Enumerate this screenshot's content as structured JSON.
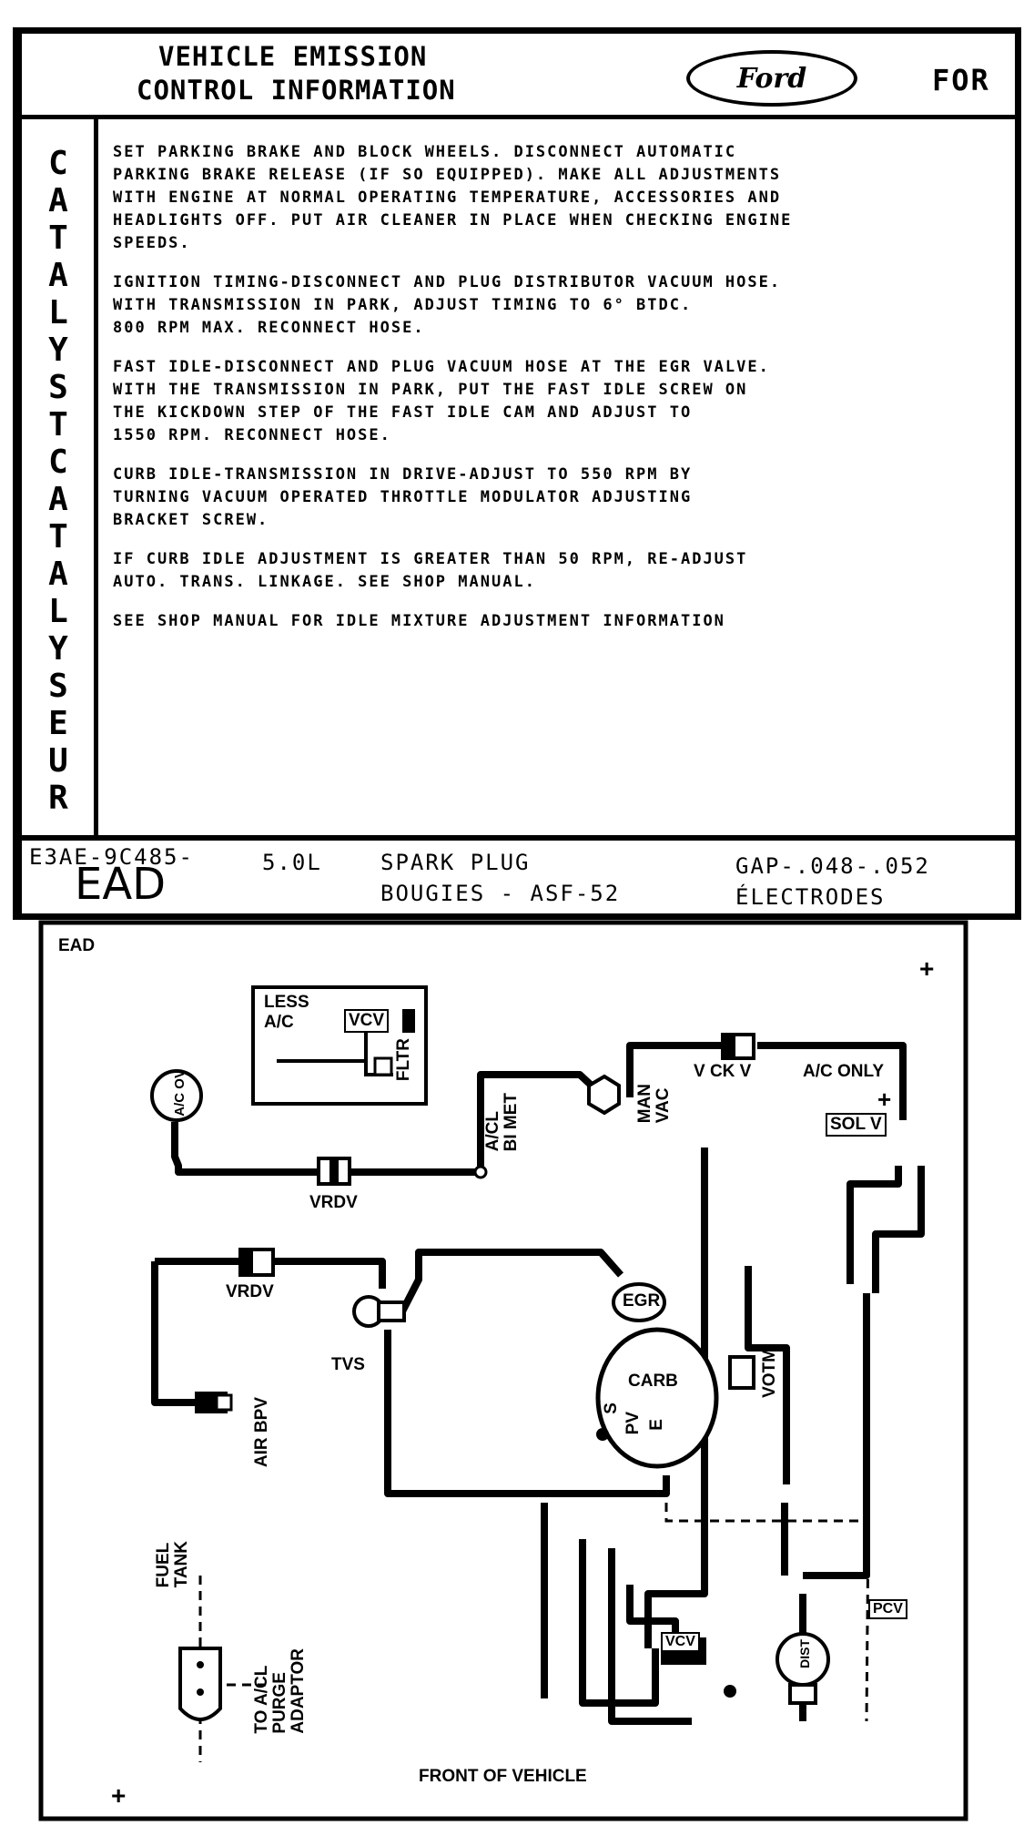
{
  "header": {
    "title_line1": "VEHICLE EMISSION",
    "title_line2": "CONTROL INFORMATION",
    "logo_text": "Ford",
    "right_text": "FOR"
  },
  "side_text": [
    "C",
    "A",
    "T",
    "A",
    "L",
    "Y",
    "S",
    "T",
    "C",
    "A",
    "T",
    "A",
    "L",
    "Y",
    "S",
    "E",
    "U",
    "R"
  ],
  "instructions": [
    "SET PARKING BRAKE AND BLOCK WHEELS. DISCONNECT AUTOMATIC\nPARKING BRAKE RELEASE (IF SO EQUIPPED). MAKE ALL ADJUSTMENTS\nWITH ENGINE AT NORMAL OPERATING TEMPERATURE, ACCESSORIES AND\nHEADLIGHTS OFF. PUT AIR CLEANER IN PLACE WHEN CHECKING ENGINE\nSPEEDS.",
    "IGNITION TIMING-DISCONNECT AND PLUG DISTRIBUTOR VACUUM HOSE.\nWITH TRANSMISSION IN PARK, ADJUST TIMING TO 6° BTDC.\n800 RPM MAX. RECONNECT HOSE.",
    "FAST IDLE-DISCONNECT AND PLUG VACUUM HOSE AT THE EGR VALVE.\nWITH THE TRANSMISSION IN PARK, PUT THE FAST IDLE SCREW ON\nTHE KICKDOWN STEP OF THE FAST IDLE CAM AND ADJUST TO\n1550 RPM. RECONNECT HOSE.",
    "CURB IDLE-TRANSMISSION IN DRIVE-ADJUST TO 550 RPM BY\nTURNING VACUUM OPERATED THROTTLE MODULATOR ADJUSTING\nBRACKET SCREW.",
    "IF CURB IDLE ADJUSTMENT IS GREATER THAN 50 RPM, RE-ADJUST\nAUTO. TRANS. LINKAGE. SEE SHOP MANUAL.",
    "SEE SHOP MANUAL FOR IDLE MIXTURE ADJUSTMENT INFORMATION"
  ],
  "spark": {
    "part_number": "E3AE-9C485-",
    "calibration": "EAD",
    "engine": "5.0L",
    "plug_line1": "SPARK PLUG",
    "plug_line2": "BOUGIES - ASF-52",
    "gap_line1": "GAP-.048-.052",
    "gap_line2": "ÉLECTRODES"
  },
  "diagram": {
    "corner_label": "EAD",
    "less_ac": "LESS\nA/C",
    "vcv": "VCV",
    "fltr": "FLTR",
    "acov": "A/C OV",
    "vrdv_top": "VRDV",
    "acl_bimet": "A/CL\nBI MET",
    "man_vac": "MAN\nVAC",
    "v_ck_v": "V CK V",
    "ac_only": "A/C ONLY",
    "sol_v": "SOL V",
    "vrdv_mid": "VRDV",
    "egr": "EGR",
    "tvs": "TVS",
    "carb": "CARB",
    "carb_s": "S",
    "carb_pv": "PV",
    "carb_e": "E",
    "votm": "VOTM",
    "air_bpv": "AIR BPV",
    "fuel_tank": "FUEL\nTANK",
    "purge": "TO A/CL\nPURGE\nADAPTOR",
    "vcv_bottom": "VCV",
    "pcv": "PCV",
    "dist": "DIST",
    "front": "FRONT OF VEHICLE"
  }
}
